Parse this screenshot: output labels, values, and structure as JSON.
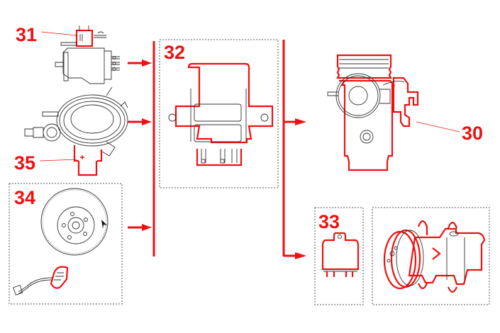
{
  "diagram": {
    "type": "component-flow",
    "accent_color": "#ee1111",
    "components": [
      {
        "id": "31",
        "label": "31",
        "description": "injection pump with sensor"
      },
      {
        "id": "35",
        "label": "35",
        "description": "throttle pedal position sensor"
      },
      {
        "id": "34",
        "label": "34",
        "description": "flywheel with crankshaft sensor"
      },
      {
        "id": "32",
        "label": "32",
        "description": "control unit"
      },
      {
        "id": "30",
        "label": "30",
        "description": "throttle body / EGR valve"
      },
      {
        "id": "33",
        "label": "33",
        "description": "relay"
      },
      {
        "id": "compressor",
        "label": "",
        "description": "A/C compressor"
      }
    ],
    "flows": [
      {
        "from": "31",
        "to": "32"
      },
      {
        "from": "35",
        "to": "32"
      },
      {
        "from": "34",
        "to": "32"
      },
      {
        "from": "32",
        "to": "30"
      },
      {
        "from": "32",
        "to": "33"
      }
    ]
  }
}
